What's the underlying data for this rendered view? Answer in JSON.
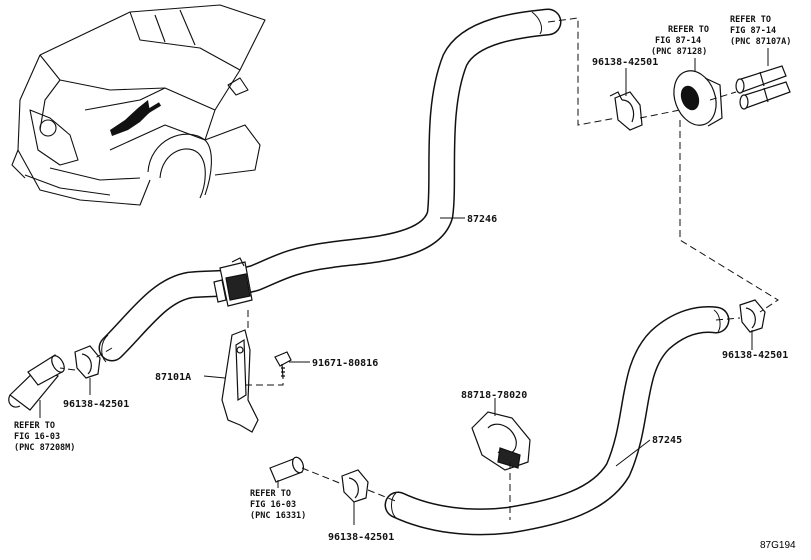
{
  "diagram": {
    "figure_code": "87G194",
    "parts": {
      "hose_upper": "87246",
      "hose_lower": "87245",
      "bracket": "87101A",
      "bolt": "91671-80816",
      "clamp_holder": "88718-78020",
      "clip_top": "96138-42501",
      "clip_right": "96138-42501",
      "clip_left": "96138-42501",
      "clip_bottom": "96138-42501"
    },
    "references": {
      "top_center": {
        "line1": "REFER TO",
        "line2": "FIG 87-14",
        "line3": "(PNC 87128)"
      },
      "top_right": {
        "line1": "REFER TO",
        "line2": "FIG 87-14",
        "line3": "(PNC 87107A)"
      },
      "left": {
        "line1": "REFER TO",
        "line2": "FIG 16-03",
        "line3": "(PNC 87208M)"
      },
      "bottom": {
        "line1": "REFER TO",
        "line2": "FIG 16-03",
        "line3": "(PNC 16331)"
      }
    }
  }
}
